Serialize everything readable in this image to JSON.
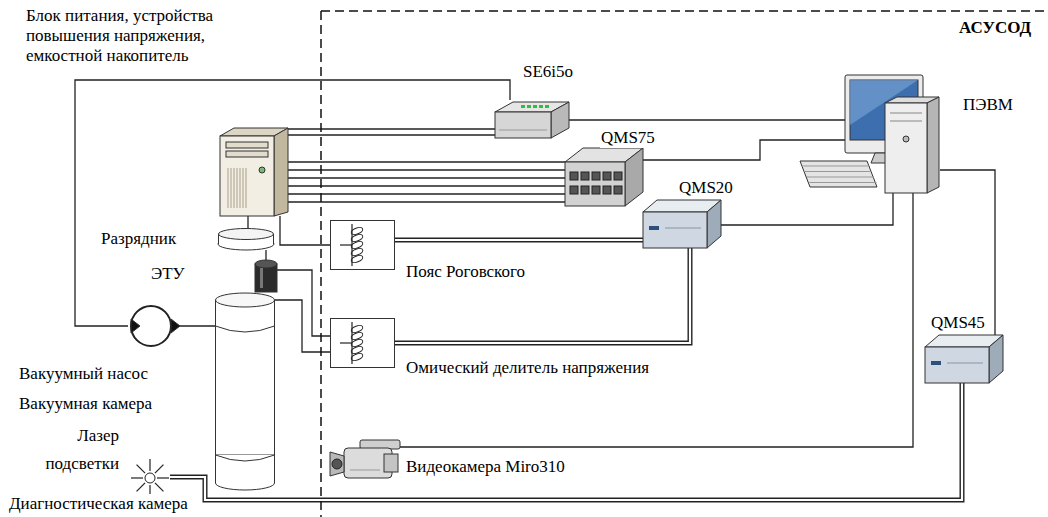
{
  "diagram": {
    "nodes": [
      {
        "text": [
          "АСУСОД"
        ]
      },
      {
        "text": [
          "Блок питания, устройства повышения напряжения, емкостной накопитель"
        ]
      },
      {
        "text": [
          "SE6i5o"
        ],
        "in": 0
      },
      {
        "text": [
          "QMS75"
        ],
        "in": 0
      },
      {
        "text": [
          "QMS20"
        ],
        "in": 0
      },
      {
        "text": [
          "ПЭВМ"
        ],
        "in": 0
      },
      {
        "text": [
          "Разрядник"
        ]
      },
      {
        "text": [
          "ЭТУ"
        ]
      },
      {
        "text": [
          "Пояс Роговского"
        ],
        "in": 0
      },
      {
        "text": [
          "Омический делитель напряжения"
        ],
        "in": 0
      },
      {
        "text": [
          "Вакуумный насос"
        ]
      },
      {
        "text": [
          "Вакуумная камера"
        ]
      },
      {
        "text": [
          "Лазер подсветки"
        ]
      },
      {
        "text": [
          "Диагностическая камера"
        ]
      },
      {
        "text": [
          "Видеокамера Miro310"
        ],
        "in": 0
      },
      {
        "text": [
          "QMS45"
        ],
        "in": 0
      }
    ],
    "edges": [
      {
        "from": 1,
        "to": 2,
        "arrow": "none"
      },
      {
        "from": 1,
        "to": 3,
        "arrow": "none"
      },
      {
        "from": 2,
        "to": 5,
        "arrow": "none"
      },
      {
        "from": 3,
        "to": 5,
        "arrow": "none"
      },
      {
        "from": 4,
        "to": 5,
        "arrow": "none"
      },
      {
        "from": 5,
        "to": 14,
        "arrow": "none"
      },
      {
        "from": 5,
        "to": 15,
        "arrow": "none"
      },
      {
        "from": 15,
        "to": 12,
        "arrow": "none"
      },
      {
        "from": 1,
        "to": 6,
        "arrow": "none"
      },
      {
        "from": 1,
        "to": 8,
        "arrow": "none"
      },
      {
        "from": 7,
        "to": 9,
        "arrow": "none"
      },
      {
        "from": 11,
        "to": 9,
        "arrow": "none"
      },
      {
        "from": 6,
        "to": 7,
        "arrow": "none"
      },
      {
        "from": 8,
        "to": 4,
        "arrow": "none"
      },
      {
        "from": 9,
        "to": 4,
        "arrow": "none"
      },
      {
        "from": 10,
        "to": 11,
        "arrow": "none"
      },
      {
        "from": 2,
        "to": 10,
        "arrow": "none"
      }
    ]
  }
}
